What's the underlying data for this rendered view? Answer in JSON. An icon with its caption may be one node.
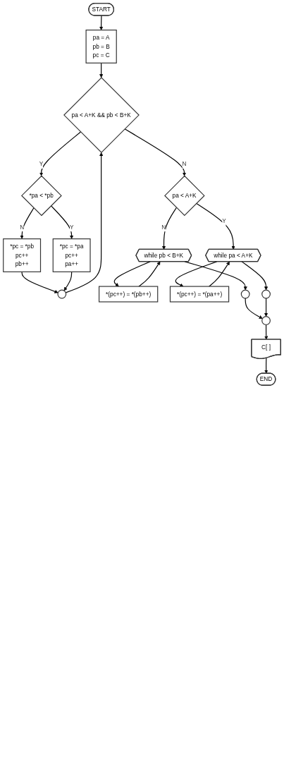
{
  "diagram": {
    "nodes": [
      {
        "text": [
          "START"
        ]
      },
      {
        "text": [
          "pa = A",
          "pb = B",
          "pc = C"
        ]
      },
      {
        "text": [
          "pa < A+K && pb < B+K"
        ]
      },
      {
        "text": [
          "*pa < *pb"
        ]
      },
      {
        "text": [
          "*pc = *pb",
          "pc++",
          "pb++"
        ]
      },
      {
        "text": [
          "*pc = *pa",
          "pc++",
          "pa++"
        ]
      },
      {
        "text": [],
        "shape": "circle"
      },
      {
        "text": [
          "pa < A+K"
        ]
      },
      {
        "text": [
          "while pb < B+K"
        ]
      },
      {
        "text": [
          "while pa < A+K"
        ]
      },
      {
        "text": [
          "*(pc++) = *(pb++)"
        ]
      },
      {
        "text": [
          "*(pc++) = *(pa++)"
        ]
      },
      {
        "text": [],
        "shape": "circle"
      },
      {
        "text": [],
        "shape": "circle"
      },
      {
        "text": [],
        "shape": "circle"
      },
      {
        "text": [
          "C[ ]"
        ]
      },
      {
        "text": [
          "END"
        ]
      }
    ],
    "edges": [
      {
        "from": 0,
        "to": 1,
        "arrow": "to"
      },
      {
        "from": 1,
        "to": 2,
        "arrow": "to"
      },
      {
        "from": 2,
        "to": 3,
        "label": "Y",
        "arrow": "to"
      },
      {
        "from": 2,
        "to": 7,
        "label": "N",
        "arrow": "to"
      },
      {
        "from": 3,
        "to": 4,
        "label": "N",
        "arrow": "to"
      },
      {
        "from": 3,
        "to": 5,
        "label": "Y",
        "arrow": "to"
      },
      {
        "from": 4,
        "to": 6,
        "arrow": "to"
      },
      {
        "from": 5,
        "to": 6,
        "arrow": "to"
      },
      {
        "from": 6,
        "to": 2,
        "arrow": "to"
      },
      {
        "from": 7,
        "to": 8,
        "label": "N",
        "arrow": "to"
      },
      {
        "from": 7,
        "to": 9,
        "label": "Y",
        "arrow": "to"
      },
      {
        "from": 8,
        "to": 10,
        "arrow": "to"
      },
      {
        "from": 10,
        "to": 8,
        "arrow": "to"
      },
      {
        "from": 8,
        "to": 12,
        "arrow": "to"
      },
      {
        "from": 9,
        "to": 11,
        "arrow": "to"
      },
      {
        "from": 11,
        "to": 9,
        "arrow": "to"
      },
      {
        "from": 9,
        "to": 13,
        "arrow": "to"
      },
      {
        "from": 12,
        "to": 14,
        "arrow": "to"
      },
      {
        "from": 13,
        "to": 14,
        "arrow": "to"
      },
      {
        "from": 14,
        "to": 15,
        "arrow": "to"
      },
      {
        "from": 15,
        "to": 16,
        "arrow": "to"
      }
    ]
  }
}
